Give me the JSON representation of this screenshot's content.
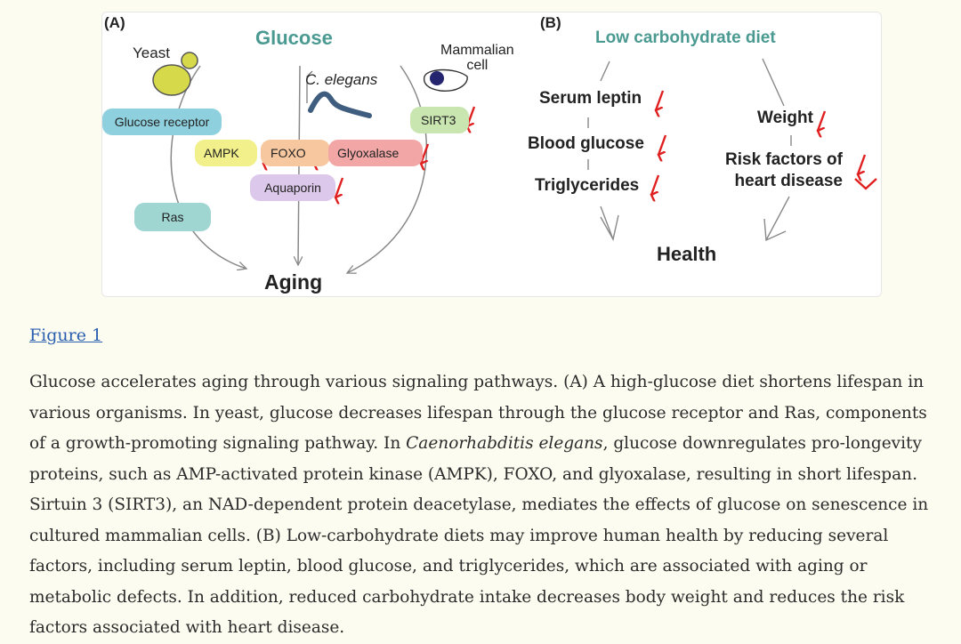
{
  "panel_a": {
    "label": "(A)",
    "glucose": "Glucose",
    "yeast": "Yeast",
    "c_elegans": "C. elegans",
    "mammalian_cell": "Mammalian\ncell",
    "glucose_receptor": "Glucose receptor",
    "ras": "Ras",
    "ampk": "AMPK",
    "foxo": "FOXO",
    "glyoxalase": "Glyoxalase",
    "aquaporin": "Aquaporin",
    "sirt3": "SIRT3",
    "aging": "Aging"
  },
  "panel_b": {
    "label": "(B)",
    "title": "Low carbohydrate diet",
    "serum_leptin": "Serum leptin",
    "blood_glucose": "Blood glucose",
    "triglycerides": "Triglycerides",
    "weight": "Weight",
    "risk_factors": "Risk factors of\nheart disease",
    "health": "Health"
  },
  "colors": {
    "glucose_text": "#4a9a92",
    "receptor_box": "#8fd0de",
    "ras_box": "#9fd6d2",
    "ampk_box": "#f2f08a",
    "foxo_box": "#f7c7a0",
    "glyoxalase_box": "#f2a6a6",
    "aquaporin_box": "#dcc8ea",
    "sirt3_box": "#c9e6b0",
    "down_arrow": "#e02020",
    "link": "#2a5fb0"
  },
  "figure_link": "Figure 1",
  "caption": {
    "part1": "Glucose accelerates aging through various signaling pathways. (A) A high-glucose diet shortens lifespan in various organisms. In yeast, glucose decreases lifespan through the glucose receptor and Ras, components of a growth-promoting signaling pathway. In ",
    "italic": "Caenorhabditis elegans",
    "part2": ", glucose downregulates pro-longevity proteins, such as AMP-activated protein kinase (AMPK), FOXO, and glyoxalase, resulting in short lifespan. Sirtuin 3 (SIRT3), an NAD-dependent protein deacetylase, mediates the effects of glucose on senescence in cultured mammalian cells. (B) Low-carbohydrate diets may improve human health by reducing several factors, including serum leptin, blood glucose, and triglycerides, which are associated with aging or metabolic defects. In addition, reduced carbohydrate intake decreases body weight and reduces the risk factors associated with heart disease."
  }
}
